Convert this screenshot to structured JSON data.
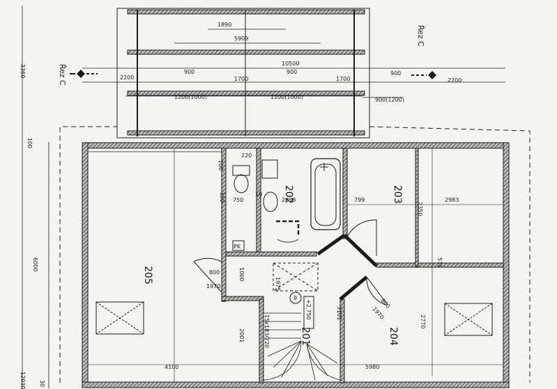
{
  "section_labels": {
    "left": "Řez C",
    "right": "Řez C"
  },
  "rooms": {
    "r205": "205",
    "r202": "202",
    "r203": "203",
    "r204": "204",
    "r201": "201"
  },
  "level_mark": "+2,750",
  "door_tag": "9",
  "pk_tag": "PK",
  "dims": {
    "d1890": "1890",
    "d5909": "5909",
    "d10500": "10500",
    "d900a": "900",
    "d900b": "900",
    "d900c": "900",
    "d2200a": "2200",
    "d2200b": "2200",
    "d1700a": "1700",
    "d1700b": "1700",
    "d1200": "1200(1000)",
    "d900_1200": "900(1200)",
    "d3360": "3360",
    "d6000": "6000",
    "d12030": "12030",
    "d30": "30",
    "d100": "100",
    "d2098": "2098",
    "d799": "799",
    "d2983": "2983",
    "d2350": "2350",
    "d4100": "4100",
    "d5980": "5980",
    "d2770": "2770",
    "d570": "570",
    "d800a": "800",
    "d1970a": "1970",
    "d800b": "800",
    "d1970b": "1970",
    "d1000": "1000",
    "d3101": "3101",
    "d2001": "2001",
    "d750": "750",
    "d150": "150",
    "d100b": "100",
    "d220": "220",
    "d10": "10",
    "d1975": "1975",
    "d15x183": "15x183/220"
  },
  "colors": {
    "ink": "#1a1a1a",
    "paper": "#f4f4f1",
    "hatch": "#555555"
  }
}
